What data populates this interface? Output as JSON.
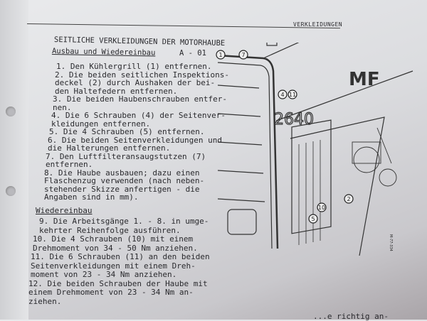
{
  "header": {
    "section": "VERKLEIDUNGEN"
  },
  "title": "SEITLICHE VERKLEIDUNGEN DER MOTORHAUBE",
  "subtitle": "Ausbau und Wiedereinbau",
  "code": "A - 01",
  "removal_steps": [
    {
      "n": "1.",
      "text": "Den Kühlergrill (1) entfernen."
    },
    {
      "n": "2.",
      "text": "Die beiden seitlichen Inspektions-\ndeckel (2) durch Aushaken der bei-\nden Haltefedern entfernen."
    },
    {
      "n": "3.",
      "text": "Die beiden Haubenschrauben entfer-\nnen."
    },
    {
      "n": "4.",
      "text": "Die 6 Schrauben (4) der Seitenver-\nkleidungen entfernen."
    },
    {
      "n": "5.",
      "text": "Die 4 Schrauben (5) entfernen."
    },
    {
      "n": "6.",
      "text": "Die beiden Seitenverkleidungen und\ndie Halterungen entfernen."
    },
    {
      "n": "7.",
      "text": "Den Luftfilteransaugstutzen (7)\nentfernen."
    },
    {
      "n": "8.",
      "text": "Die Haube ausbauen; dazu einen\nFlaschenzug verwenden (nach neben-\nstehender Skizze anfertigen - die\nAngaben sind in mm)."
    }
  ],
  "reinstall_title": "Wiedereinbau",
  "reinstall_steps": [
    {
      "n": "9.",
      "text": "Die Arbeitsgänge 1. - 8. in umge-\nkehrter Reihenfolge ausführen."
    },
    {
      "n": "10.",
      "text": "Die 4 Schrauben (10) mit einem\nDrehmoment von 34 - 50 Nm anziehen."
    },
    {
      "n": "11.",
      "text": "Die 6 Schrauben (11) an den beiden\nSeitenverkleidungen mit einem Dreh-\nmoment von 23 - 34 Nm anziehen."
    },
    {
      "n": "12.",
      "text": "Die beiden Schrauben der Haube mit\neinem Drehmoment von 23 - 34 Nm an-\nziehen."
    }
  ],
  "partial_text": "...e richtig an-",
  "figure": {
    "callouts": [
      "1",
      "7",
      "4",
      "11",
      "2",
      "10",
      "5"
    ],
    "model_number": "2640",
    "brand": "MF",
    "figure_code": "M-77-334"
  }
}
